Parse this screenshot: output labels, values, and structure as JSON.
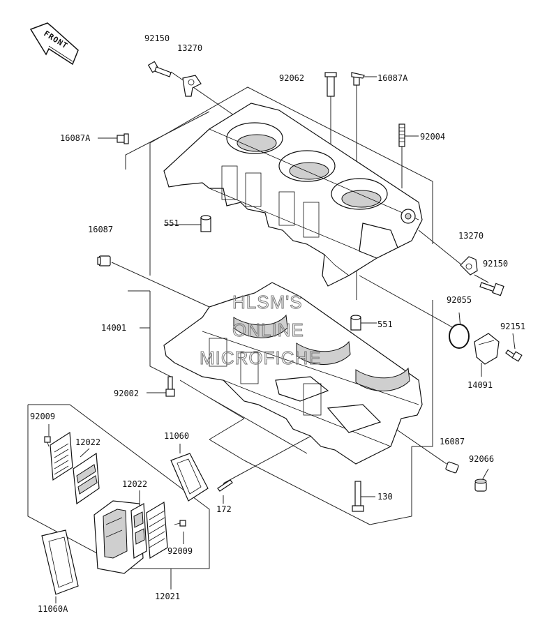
{
  "front_badge": {
    "label": "FRONT"
  },
  "watermark": {
    "lines": [
      "HLSM'S",
      "ONLINE",
      "MICROFICHE"
    ]
  },
  "callouts": [
    {
      "id": "c-92150-top",
      "text": "92150"
    },
    {
      "id": "c-13270-top",
      "text": "13270"
    },
    {
      "id": "c-92062",
      "text": "92062"
    },
    {
      "id": "c-16087A-top",
      "text": "16087A"
    },
    {
      "id": "c-16087A-left",
      "text": "16087A"
    },
    {
      "id": "c-92004",
      "text": "92004"
    },
    {
      "id": "c-551-top",
      "text": "551"
    },
    {
      "id": "c-16087-left",
      "text": "16087"
    },
    {
      "id": "c-13270-right",
      "text": "13270"
    },
    {
      "id": "c-92150-right",
      "text": "92150"
    },
    {
      "id": "c-14001",
      "text": "14001"
    },
    {
      "id": "c-92055",
      "text": "92055"
    },
    {
      "id": "c-551-mid",
      "text": "551"
    },
    {
      "id": "c-92151",
      "text": "92151"
    },
    {
      "id": "c-14091",
      "text": "14091"
    },
    {
      "id": "c-92002",
      "text": "92002"
    },
    {
      "id": "c-92009-top",
      "text": "92009"
    },
    {
      "id": "c-12022-top",
      "text": "12022"
    },
    {
      "id": "c-11060",
      "text": "11060"
    },
    {
      "id": "c-16087-right",
      "text": "16087"
    },
    {
      "id": "c-92066",
      "text": "92066"
    },
    {
      "id": "c-12022-mid",
      "text": "12022"
    },
    {
      "id": "c-172",
      "text": "172"
    },
    {
      "id": "c-130",
      "text": "130"
    },
    {
      "id": "c-92009-bottom",
      "text": "92009"
    },
    {
      "id": "c-12021",
      "text": "12021"
    },
    {
      "id": "c-11060A",
      "text": "11060A"
    }
  ]
}
